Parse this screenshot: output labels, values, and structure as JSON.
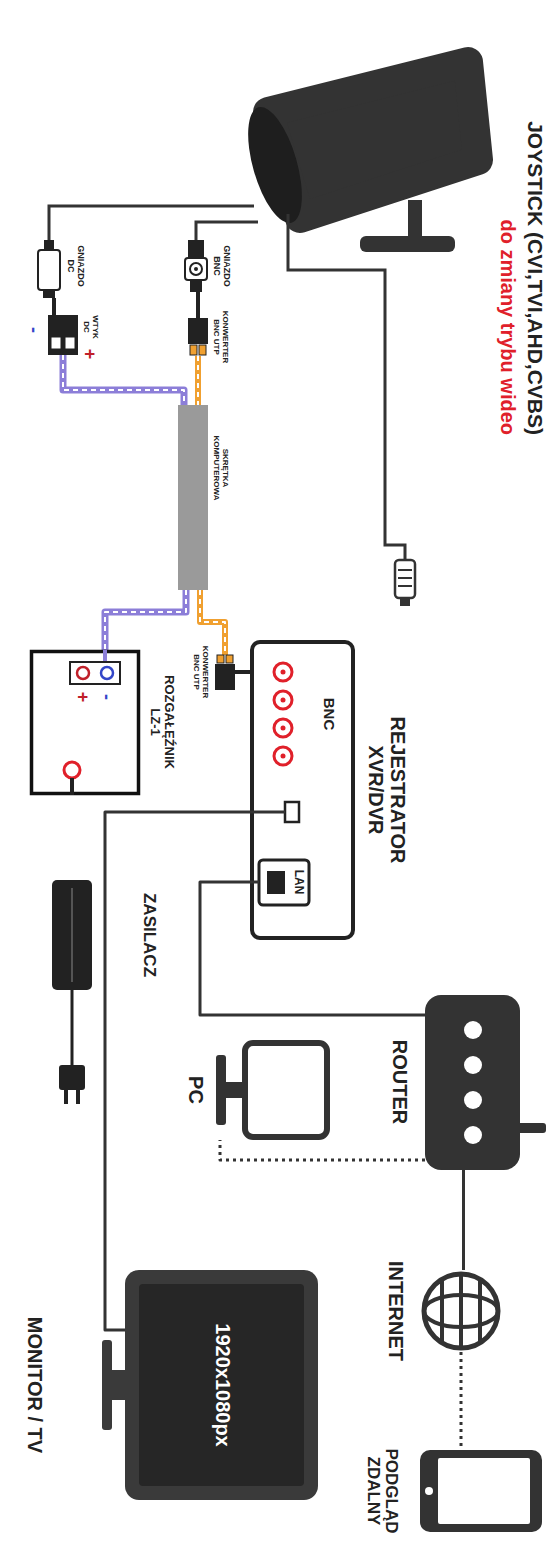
{
  "diagram": {
    "nodes": [
      {
        "text": [
          "JOYSTICK (CVI,TVI,AHD,CVBS)",
          "do zmiany trybu wideo"
        ]
      },
      {
        "text": [
          "GNIAZDO BNC"
        ]
      },
      {
        "text": [
          "KONWERTER BNC UTP"
        ]
      },
      {
        "text": [
          "GNIAZDO DC"
        ]
      },
      {
        "text": [
          "WTYK DC"
        ]
      },
      {
        "text": [
          "SKRĘTKA KOMPUTEROWA"
        ]
      },
      {
        "text": [
          "KONWERTER BNC UTP"
        ]
      },
      {
        "text": [
          "REJESTRATOR XVR/DVR",
          "BNC",
          "LAN"
        ]
      },
      {
        "text": [
          "ROZGAŁĘŹNIK LZ-1"
        ]
      },
      {
        "text": [
          "ZASILACZ"
        ]
      },
      {
        "text": [
          "ROUTER"
        ]
      },
      {
        "text": [
          "PC"
        ]
      },
      {
        "text": [
          "INTERNET"
        ]
      },
      {
        "text": [
          "PODGLĄD ZDALNY"
        ]
      },
      {
        "text": [
          "1920x1080px",
          "MONITOR / TV"
        ]
      }
    ],
    "edges": [
      {
        "from": 1,
        "to": 2,
        "arrow": "none"
      },
      {
        "from": 3,
        "to": 4,
        "arrow": "none"
      },
      {
        "from": 2,
        "to": 5,
        "arrow": "none"
      },
      {
        "from": 4,
        "to": 5,
        "arrow": "none"
      },
      {
        "from": 5,
        "to": 6,
        "arrow": "none"
      },
      {
        "from": 5,
        "to": 8,
        "arrow": "none"
      },
      {
        "from": 6,
        "to": 7,
        "arrow": "none"
      },
      {
        "from": 7,
        "to": 10,
        "arrow": "none"
      },
      {
        "from": 7,
        "to": 14,
        "arrow": "none"
      },
      {
        "from": 10,
        "to": 11,
        "arrow": "none"
      },
      {
        "from": 10,
        "to": 12,
        "arrow": "none"
      },
      {
        "from": 12,
        "to": 13,
        "arrow": "none"
      }
    ],
    "labels": [
      "-",
      "+",
      "-",
      "+"
    ]
  }
}
